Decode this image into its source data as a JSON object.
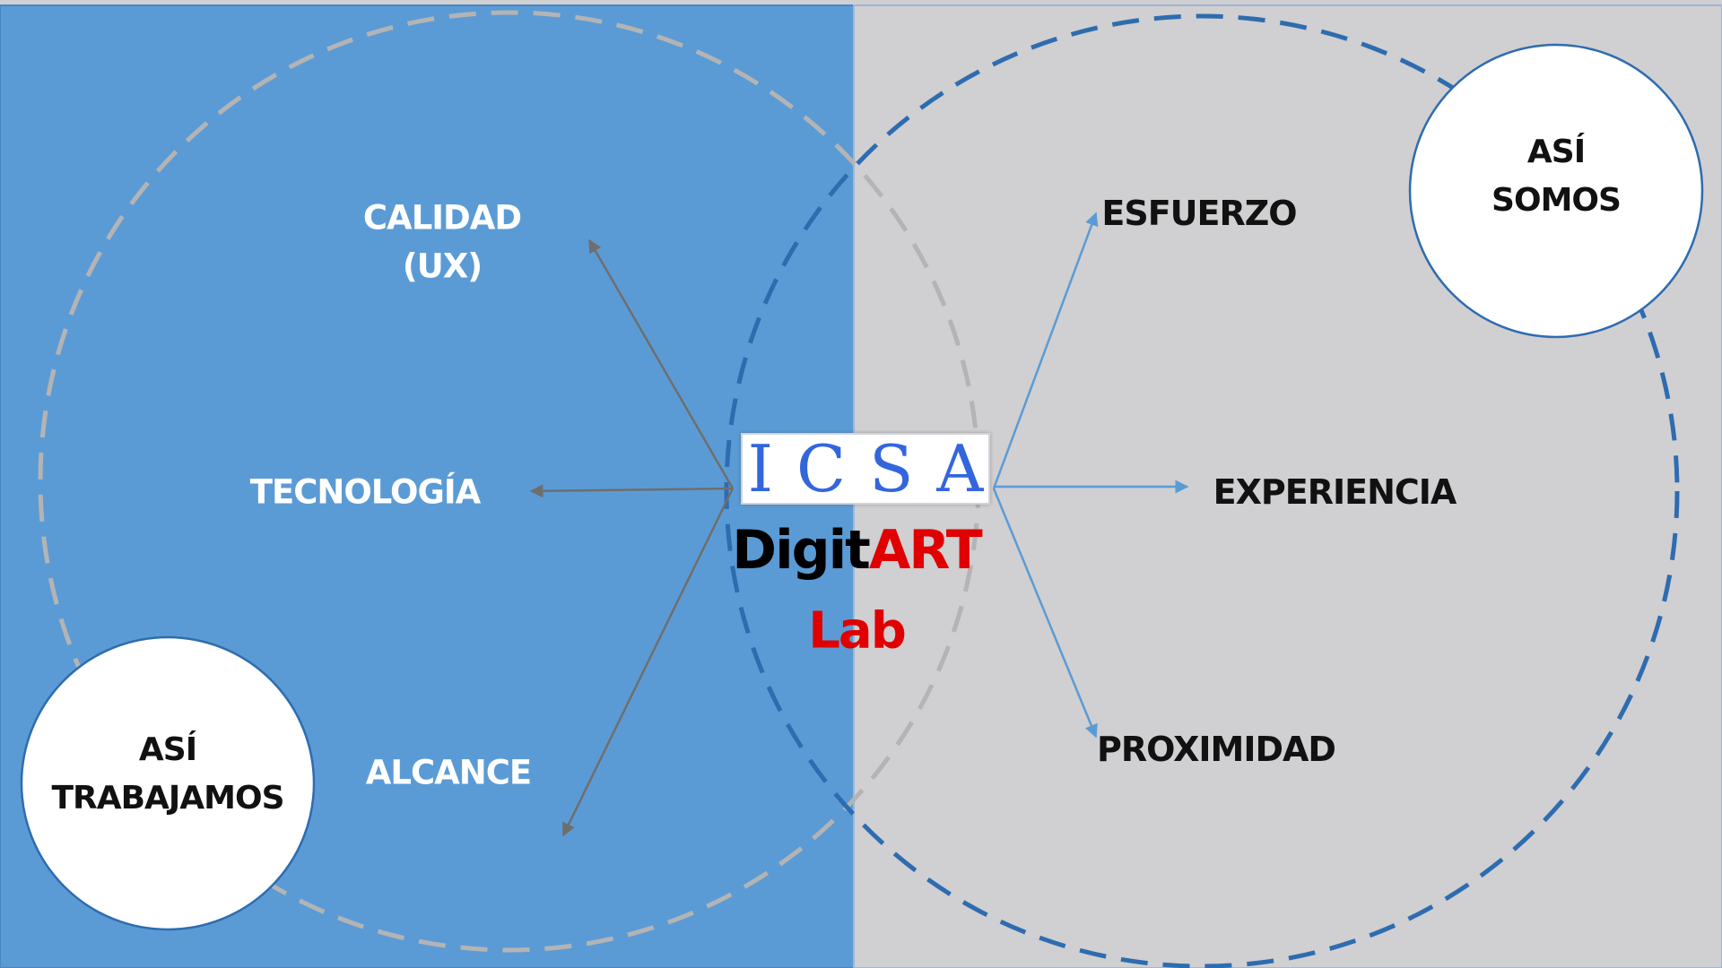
{
  "colors": {
    "left_panel": "#5b9bd5",
    "right_panel": "#d0cfd1",
    "left_dash_circle": "#b4b4b4",
    "right_dash_circle": "#2e6cb0",
    "left_arrows": "#6e6e6e",
    "right_arrows": "#5b9bd5",
    "logo_blue": "#3366dd",
    "logo_red": "#e00000",
    "logo_black": "#000000"
  },
  "left": {
    "items": {
      "calidad": [
        "CALIDAD",
        "(UX)"
      ],
      "tecnologia": "TECNOLOGÍA",
      "alcance": "ALCANCE"
    },
    "badge": [
      "ASÍ",
      "TRABAJAMOS"
    ]
  },
  "right": {
    "items": {
      "esfuerzo": "ESFUERZO",
      "experiencia": "EXPERIENCIA",
      "proximidad": "PROXIMIDAD"
    },
    "badge": [
      "ASÍ",
      "SOMOS"
    ]
  },
  "logo": {
    "icsa": "ICSA",
    "name_part1": "Digit",
    "name_part2": "ART",
    "lab": "Lab"
  }
}
